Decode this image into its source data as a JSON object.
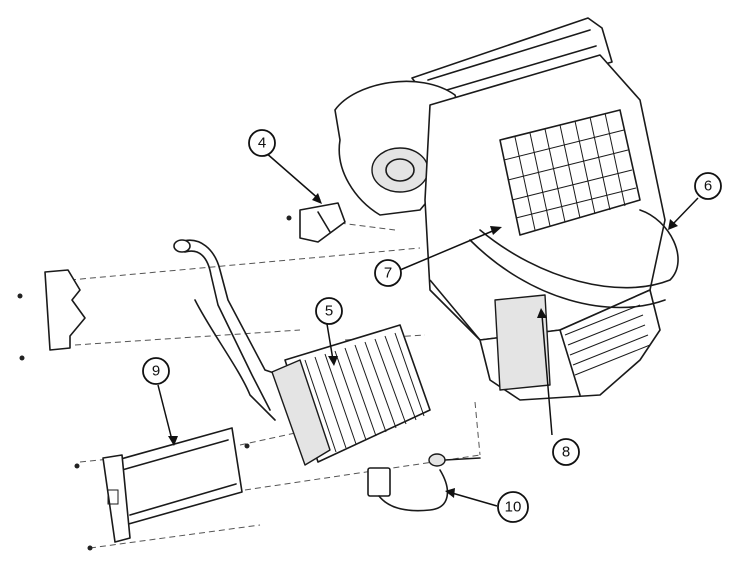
{
  "callouts": [
    {
      "id": "4",
      "label": "4"
    },
    {
      "id": "5",
      "label": "5"
    },
    {
      "id": "6",
      "label": "6"
    },
    {
      "id": "7",
      "label": "7"
    },
    {
      "id": "8",
      "label": "8"
    },
    {
      "id": "9",
      "label": "9"
    },
    {
      "id": "10",
      "label": "10"
    }
  ]
}
